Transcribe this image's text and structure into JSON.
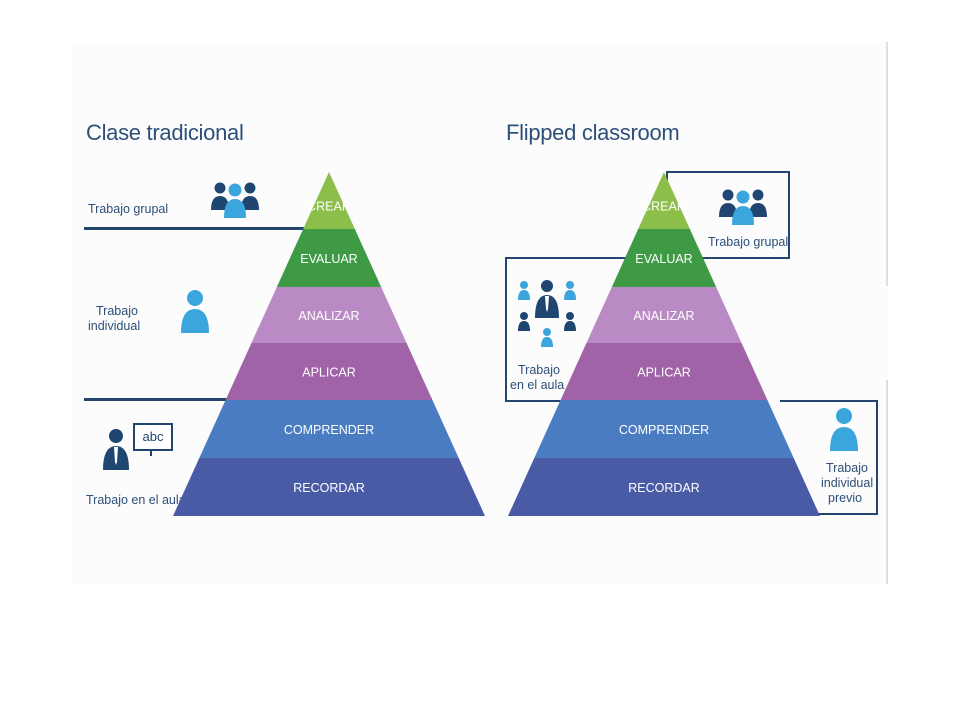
{
  "left_panel": {
    "title": "Clase tradicional",
    "labels": {
      "group": "Trabajo grupal",
      "individual": [
        "Trabajo",
        "individual"
      ],
      "classroom": "Trabajo en el aula",
      "board_text": "abc"
    },
    "pyramid": {
      "levels": [
        "CREAR",
        "EVALUAR",
        "ANALIZAR",
        "APLICAR",
        "COMPRENDER",
        "RECORDAR"
      ]
    }
  },
  "right_panel": {
    "title": "Flipped classroom",
    "labels": {
      "group": "Trabajo grupal",
      "classroom": [
        "Trabajo",
        "en el aula"
      ],
      "prior_individual": [
        "Trabajo",
        "individual",
        "previo"
      ]
    },
    "pyramid": {
      "levels": [
        "CREAR",
        "EVALUAR",
        "ANALIZAR",
        "APLICAR",
        "COMPRENDER",
        "RECORDAR"
      ]
    }
  },
  "colors": {
    "title": "#2d4f78",
    "rule": "#24466e",
    "level_fills": [
      "#8bbf4a",
      "#3f9a45",
      "#b98ac3",
      "#a063a8",
      "#4a7cc2",
      "#4a5ba5"
    ],
    "icon_dark": "#1f4670",
    "icon_light": "#3aa6dd"
  },
  "icons": [
    "group-icon",
    "person-icon",
    "teacher-board-icon",
    "network-icon"
  ]
}
